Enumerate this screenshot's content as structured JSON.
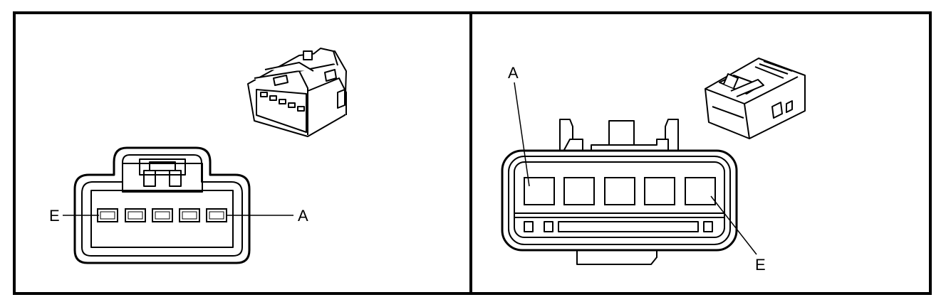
{
  "left_panel": {
    "pin_labels": {
      "left": "E",
      "right": "A"
    }
  },
  "right_panel": {
    "pin_labels": {
      "top_left": "A",
      "bottom_right": "E"
    }
  }
}
